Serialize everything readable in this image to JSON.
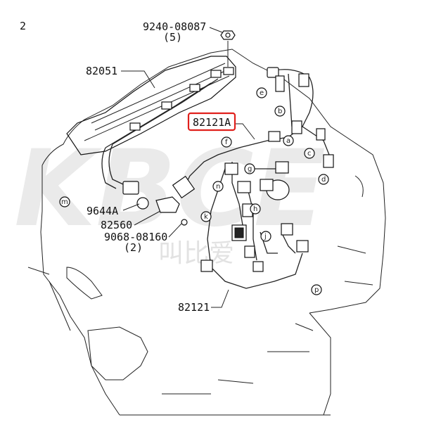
{
  "diagram": {
    "page_marker": "2",
    "part_labels": {
      "top_nut": "9240-08087",
      "top_nut_qty": "(5)",
      "plug_cord": "82051",
      "highlighted": "82121A",
      "clip": "9644A",
      "sensor": "82560",
      "bolt": "9068-08160",
      "bolt_qty": "(2)",
      "harness": "82121"
    },
    "circle_letters": [
      "e",
      "b",
      "f",
      "a",
      "c",
      "g",
      "d",
      "n",
      "h",
      "j",
      "k",
      "m",
      "p"
    ],
    "highlight_color": "#e0201c",
    "watermark": {
      "text": "KBCE",
      "subtext": "叫比爱"
    }
  }
}
